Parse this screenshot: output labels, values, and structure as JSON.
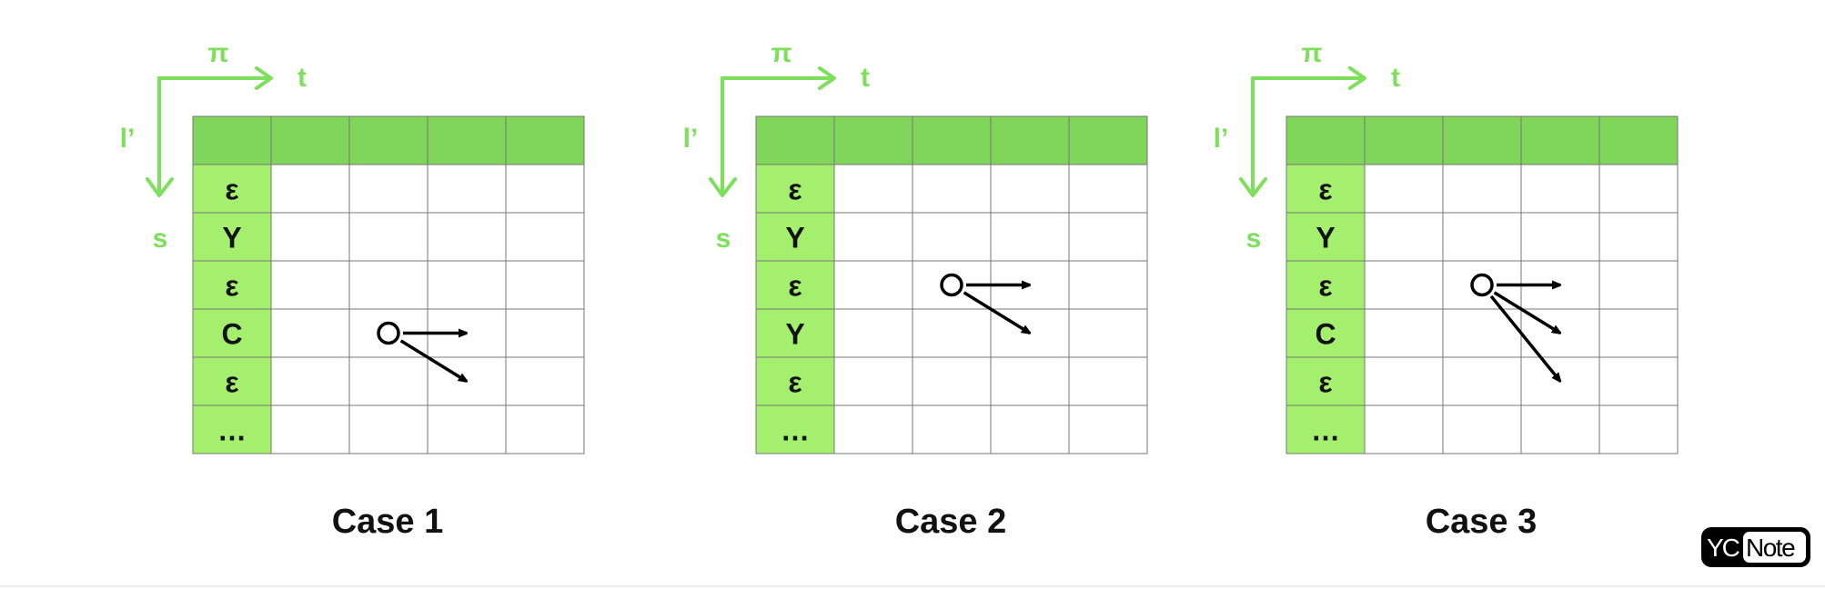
{
  "colors": {
    "axis_green": "#7de05a",
    "header_green": "#7fd65a",
    "row_green": "#a4f06e",
    "grid_line": "#777777",
    "arrow": "#000000",
    "logo_bg": "#000000",
    "logo_text": "#ffffff"
  },
  "axis_labels": {
    "pi": "π",
    "t": "t",
    "l_prime": "l’",
    "s": "s"
  },
  "cases": [
    {
      "title": "Case 1",
      "rows": [
        "ε",
        "Y",
        "ε",
        "C",
        "ε",
        "…"
      ],
      "node": {
        "row": 3,
        "col": 2
      },
      "arrows": [
        {
          "drow": 0,
          "dcol": 1
        },
        {
          "drow": 1,
          "dcol": 1
        }
      ]
    },
    {
      "title": "Case 2",
      "rows": [
        "ε",
        "Y",
        "ε",
        "Y",
        "ε",
        "…"
      ],
      "node": {
        "row": 2,
        "col": 2
      },
      "arrows": [
        {
          "drow": 0,
          "dcol": 1
        },
        {
          "drow": 1,
          "dcol": 1
        }
      ]
    },
    {
      "title": "Case 3",
      "rows": [
        "ε",
        "Y",
        "ε",
        "C",
        "ε",
        "…"
      ],
      "node": {
        "row": 2,
        "col": 2
      },
      "arrows": [
        {
          "drow": 0,
          "dcol": 1
        },
        {
          "drow": 1,
          "dcol": 1
        },
        {
          "drow": 2,
          "dcol": 1
        }
      ]
    }
  ],
  "logo": {
    "part1": "YC",
    "part2": "Note"
  }
}
